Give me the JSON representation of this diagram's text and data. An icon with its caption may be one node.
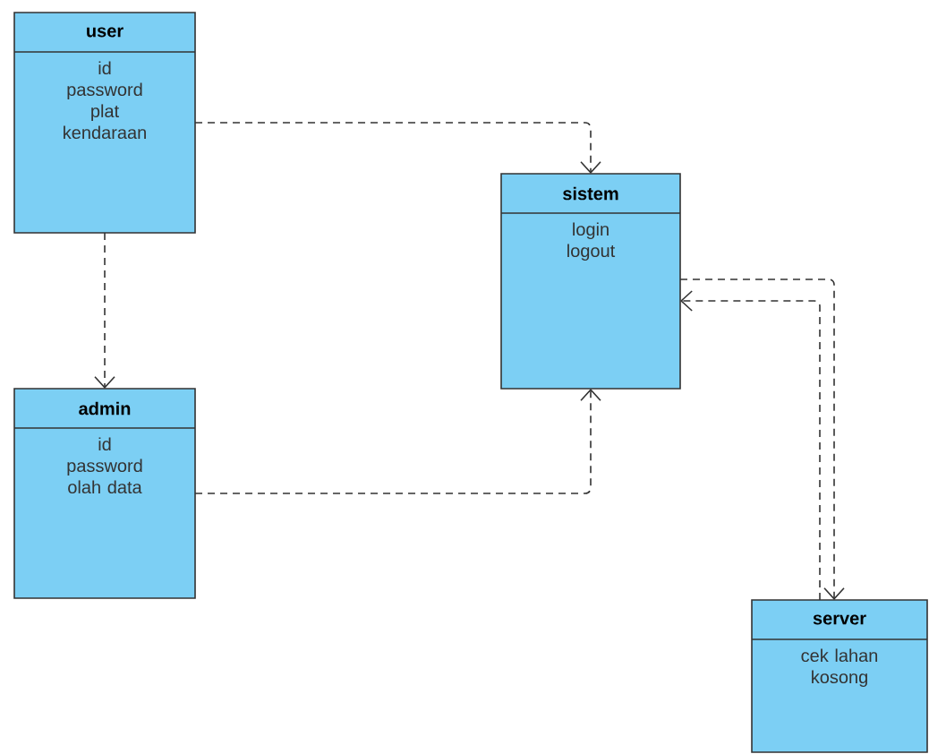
{
  "diagram": {
    "nodes": [
      {
        "text": [
          "user",
          "id password plat kendaraan"
        ]
      },
      {
        "text": [
          "admin",
          "id password olah data"
        ]
      },
      {
        "text": [
          "sistem",
          "login logout"
        ]
      },
      {
        "text": [
          "server",
          "cek lahan kosong"
        ]
      }
    ],
    "edges": [
      {
        "from": 0,
        "to": 1,
        "arrow": "to",
        "style": "dashed"
      },
      {
        "from": 0,
        "to": 2,
        "arrow": "to",
        "style": "dashed"
      },
      {
        "from": 1,
        "to": 2,
        "arrow": "to",
        "style": "dashed"
      },
      {
        "from": 2,
        "to": 3,
        "arrow": "to",
        "style": "dashed"
      },
      {
        "from": 3,
        "to": 2,
        "arrow": "to",
        "style": "dashed"
      }
    ]
  }
}
